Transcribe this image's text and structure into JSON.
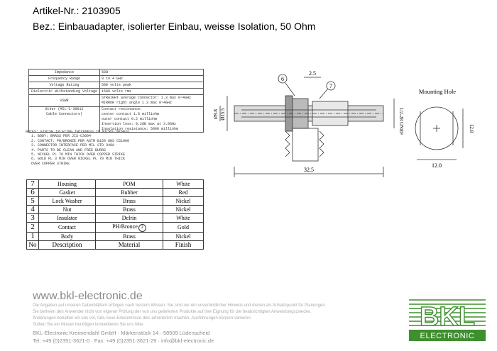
{
  "header": {
    "article_line": "Artikel-Nr.: 2103905",
    "desc_line": "Bez.: Einbauadapter, isolierter Einbau, weisse Isolation, 50 Ohm"
  },
  "spec_table": [
    {
      "label": "Impedance",
      "value": "50Ω"
    },
    {
      "label": "Frequency Range",
      "value": "0 to 4 GHz"
    },
    {
      "label": "Voltage Rating",
      "value": "500 volts peak"
    },
    {
      "label": "Dielectric Withstanding Voltage",
      "value": "1500 volts rms"
    },
    {
      "label": "VSWR",
      "value": "STRAIGHT average connector: 1.3 max 0~4GHz\nMIRROR right angle 1.3 max 0~4GHz"
    },
    {
      "label": "Other (MIL-C-39012\nCable Connectors)",
      "value": "Contact resistance:\ncenter contact 1.5 milliohm\nouter contact 0.2 milliohm\nInsertion loss: 0.2dB max at 3.0GHz\nInsulation resistance: 5000 milliohm"
    }
  ],
  "notes": [
    "NOTES: FINISH (PLATING THICKNESS IN MICRO-INCHES)",
    "1. BODY: BRASS PER JIS-C3604",
    "2. CONTACT: PH/BRONZE PER ASTM B159 UNS C51000",
    "3. CONNECTOR INTERFACE PER MIL STD 348A",
    "4. PARTS TO BE CLEAN AND FREE BURRS",
    "5. NICKEL PL 70 MIN THICK OVER COPPER STRIKE",
    "6. GOLD PL 3 MIN OVER NICKEL PL 70 MIN THICK",
    "   OVER COPPER STRIKE"
  ],
  "parts_table": {
    "header": {
      "no": "No",
      "description": "Description",
      "material": "Material",
      "finish": "Finish"
    },
    "rows": [
      {
        "no": "7",
        "description": "Housing",
        "material": "POM",
        "finish": "White"
      },
      {
        "no": "6",
        "description": "Gasket",
        "material": "Rubber",
        "finish": "Red"
      },
      {
        "no": "5",
        "description": "Lock Washer",
        "material": "Brass",
        "finish": "Nickel"
      },
      {
        "no": "4",
        "description": "Nut",
        "material": "Brass",
        "finish": "Nickel"
      },
      {
        "no": "3",
        "description": "Insulator",
        "material": "Delrin",
        "finish": "White"
      },
      {
        "no": "2",
        "description": "Contact",
        "material": "PH/Bronze",
        "finish": "Gold"
      },
      {
        "no": "1",
        "description": "Body",
        "material": "Brass",
        "finish": "Nickel"
      }
    ],
    "circled_ref": "2"
  },
  "drawing": {
    "callout_6": "6",
    "callout_7": "7",
    "dim_top": "2.5",
    "dim_d1": "Ø15.5",
    "dim_d2": "Ø9.8",
    "thread": "1/2-28 UNEF",
    "dim_length": "32.5",
    "mounting_hole_label": "Mounting Hole",
    "dim_height": "12.8",
    "dim_width": "12.0"
  },
  "footer": {
    "url": "www.bkl-electronic.de",
    "disclaimer": [
      "Die Angaben auf unseren Datenblättern erfolgen nach bestem Wissen. Sie sind nur ein unverbindlicher Hinweis und dienen als Anhaltspunkt für Planungen.",
      "Sie befreien den Anwender nicht von eigener Prüfung der von uns gelieferten Produkte auf ihre Eignung für die beabsichtigten Anwendungszwecke.",
      "Änderungen behalten wir uns vor, falls neue Erkenntnisse dies erforderlich machen. Ausführungen können variieren.",
      "Sollten Sie ein Muster benötigen kontaktieren Sie uns bitte."
    ],
    "company": "BKL-Electronic Kreimendahl GmbH · Märkenstück 14 · 58509 Lüdenscheid",
    "phone": "Tel: +49 (0)2351-3621-0 · Fax: +49 (0)2351-3621-29 · info@bkl-electronic.de"
  },
  "logo": {
    "text_main": "BKL",
    "text_sub": "ELECTRONIC",
    "color": "#3f8f2f"
  }
}
